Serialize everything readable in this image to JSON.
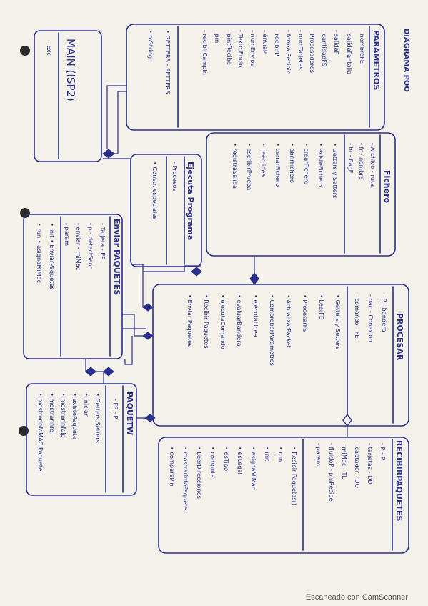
{
  "diagram_title": "DIAGRAMA POO",
  "footer": "Escaneado con CamScanner",
  "classes": {
    "main": {
      "title": "MAIN (ISP2)",
      "items": [
        "- Exc"
      ]
    },
    "parametros": {
      "title": "PARAMETROS",
      "attributes": [
        "- nombreFE",
        "- salidaPantalla",
        "- salidaF",
        "- cantidadFS",
        "- Procesadores",
        "- numTarjetas",
        "- forma Recibir",
        "- recibirP",
        "- enviaP",
        "- numEnvios",
        "- Texto Envio",
        "- pintRecibe",
        "- pin",
        "- recibirCampIn"
      ],
      "methods": [
        "• GETTERS - SETTERS",
        "• toString"
      ]
    },
    "fichero": {
      "title": "Fichero",
      "attributes": [
        "- Archivo - ruta",
        "- fr  - nombre",
        "- br  - flagF"
      ],
      "methods": [
        "• Getters y Setters",
        "• existeFichero",
        "• crearFichero",
        "• abrirFichero",
        "• cerrarFichero",
        "• LeerLinea",
        "• escribirPrueba",
        "• registraSalida"
      ]
    },
    "ejecuta": {
      "title": "Ejecuta Programa",
      "attributes": [
        "- Procesos"
      ],
      "methods": [
        "• Constr. especiales"
      ]
    },
    "enviar": {
      "title": "Enviar PAQUETES",
      "attributes": [
        "- Tarjeta - EP",
        "- p   - detectSent",
        "- enviar  - miMac",
        "- param"
      ],
      "methods": [
        "• init  • EnviarPaquetes",
        "• run  • asignaMiMac"
      ]
    },
    "procesar": {
      "title": "PROCESAR",
      "attributes": [
        "- P   - bandera",
        "- pac   - Conexion",
        "- comando - FE"
      ],
      "methods": [
        "• Getters y Setters",
        "• LeerFE",
        "• ProcesarFS",
        "• ActualizarPacket",
        "• ComprobarParametros",
        "• ejecutaLinea",
        "• evaluarBandera",
        "• ejecutaComando",
        "• Recibir Paquetes",
        "• Enviar Paquetes"
      ]
    },
    "paquete": {
      "title": "PAQUETW",
      "attributes": [
        "- FS  - P"
      ],
      "methods": [
        "• Getters Setters",
        "• iniciar",
        "• existePaquete",
        "• mostrarInfoIp",
        "• mostrarInfoT",
        "• mostrarInfoMAC Paquete"
      ]
    },
    "recibir": {
      "title": "RECIBIRPAQUETES",
      "attributes": [
        "- P   - P",
        "- tarjetas - DD",
        "- captador - DO",
        "- miMac  - TL",
        "- fluidoP  - pinRecibe",
        "- param"
      ],
      "methods": [
        "• Recibir Paquetes()",
        "• run",
        "• init",
        "• asignaMiMac",
        "• esLegal",
        "• esTipo",
        "• compute",
        "• LeerDirecciones",
        "• mostrarInfoPaquete",
        "• comparaPin"
      ]
    }
  }
}
